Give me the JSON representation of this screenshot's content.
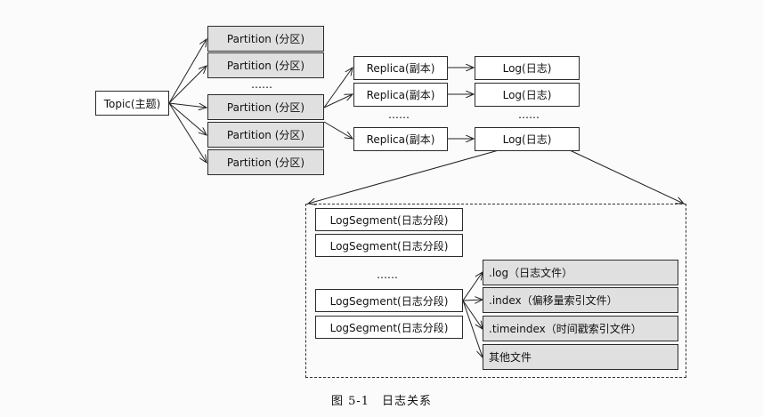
{
  "topic": {
    "label": "Topic(主题)"
  },
  "partitions": [
    {
      "label": "Partition (分区)"
    },
    {
      "label": "Partition (分区)"
    },
    {
      "label": "Partition (分区)"
    },
    {
      "label": "Partition (分区)"
    },
    {
      "label": "Partition (分区)"
    }
  ],
  "replicas": [
    {
      "label": "Replica(副本)"
    },
    {
      "label": "Replica(副本)"
    },
    {
      "label": "Replica(副本)"
    }
  ],
  "logs": [
    {
      "label": "Log(日志)"
    },
    {
      "label": "Log(日志)"
    },
    {
      "label": "Log(日志)"
    }
  ],
  "segments": [
    {
      "label": "LogSegment(日志分段)"
    },
    {
      "label": "LogSegment(日志分段)"
    },
    {
      "label": "LogSegment(日志分段)"
    },
    {
      "label": "LogSegment(日志分段)"
    }
  ],
  "files": [
    {
      "label": ".log（日志文件）"
    },
    {
      "label": ".index（偏移量索引文件）"
    },
    {
      "label": ".timeindex（时间戳索引文件）"
    },
    {
      "label": "其他文件"
    }
  ],
  "ellipsis": {
    "partitions": "……",
    "replicas": "……",
    "logs": "……",
    "segments": "……"
  },
  "caption": "图 5-1　日志关系"
}
